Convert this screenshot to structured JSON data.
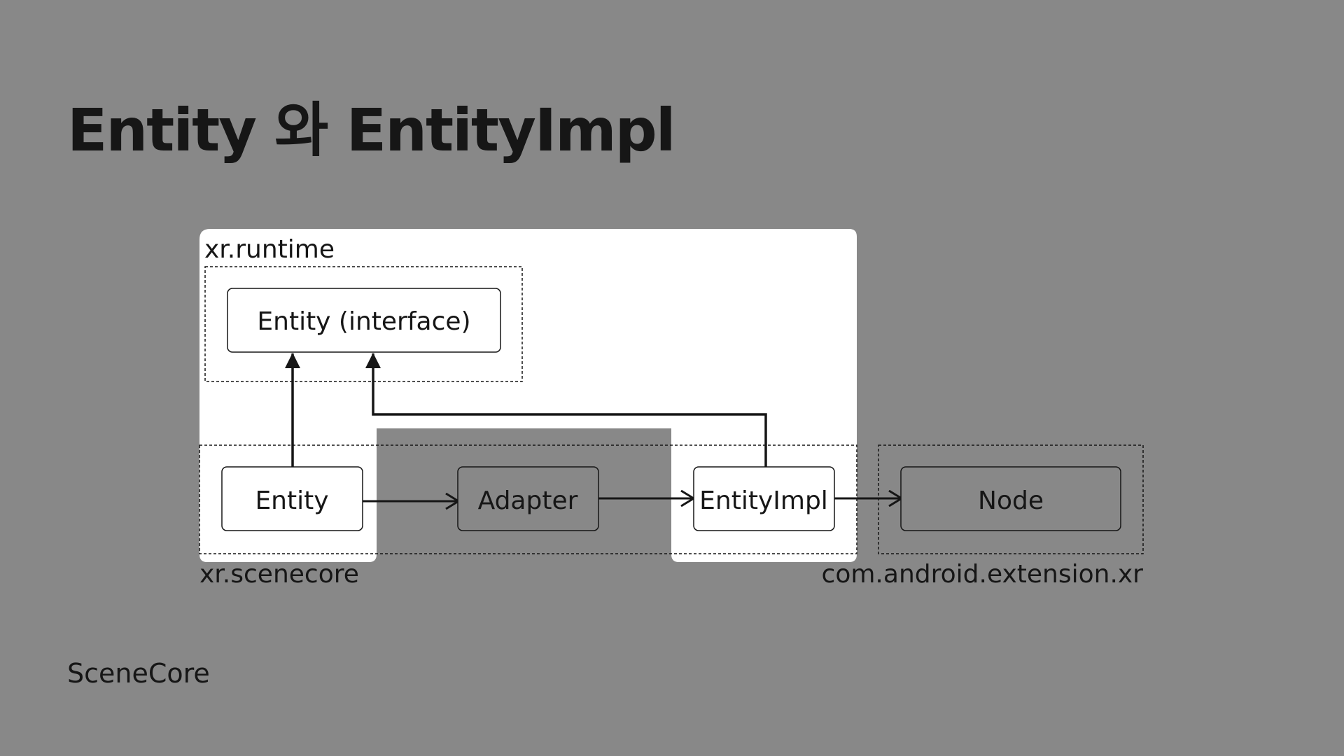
{
  "slide": {
    "title": "Entity 와 EntityImpl",
    "footer": "SceneCore"
  },
  "diagram": {
    "packages": {
      "runtime": "xr.runtime",
      "scenecore": "xr.scenecore",
      "extension": "com.android.extension.xr"
    },
    "boxes": {
      "entity_interface": "Entity (interface)",
      "entity": "Entity",
      "adapter": "Adapter",
      "entity_impl": "EntityImpl",
      "node": "Node"
    },
    "colors": {
      "background": "#888888",
      "highlight": "#ffffff",
      "stroke": "#161616"
    }
  }
}
